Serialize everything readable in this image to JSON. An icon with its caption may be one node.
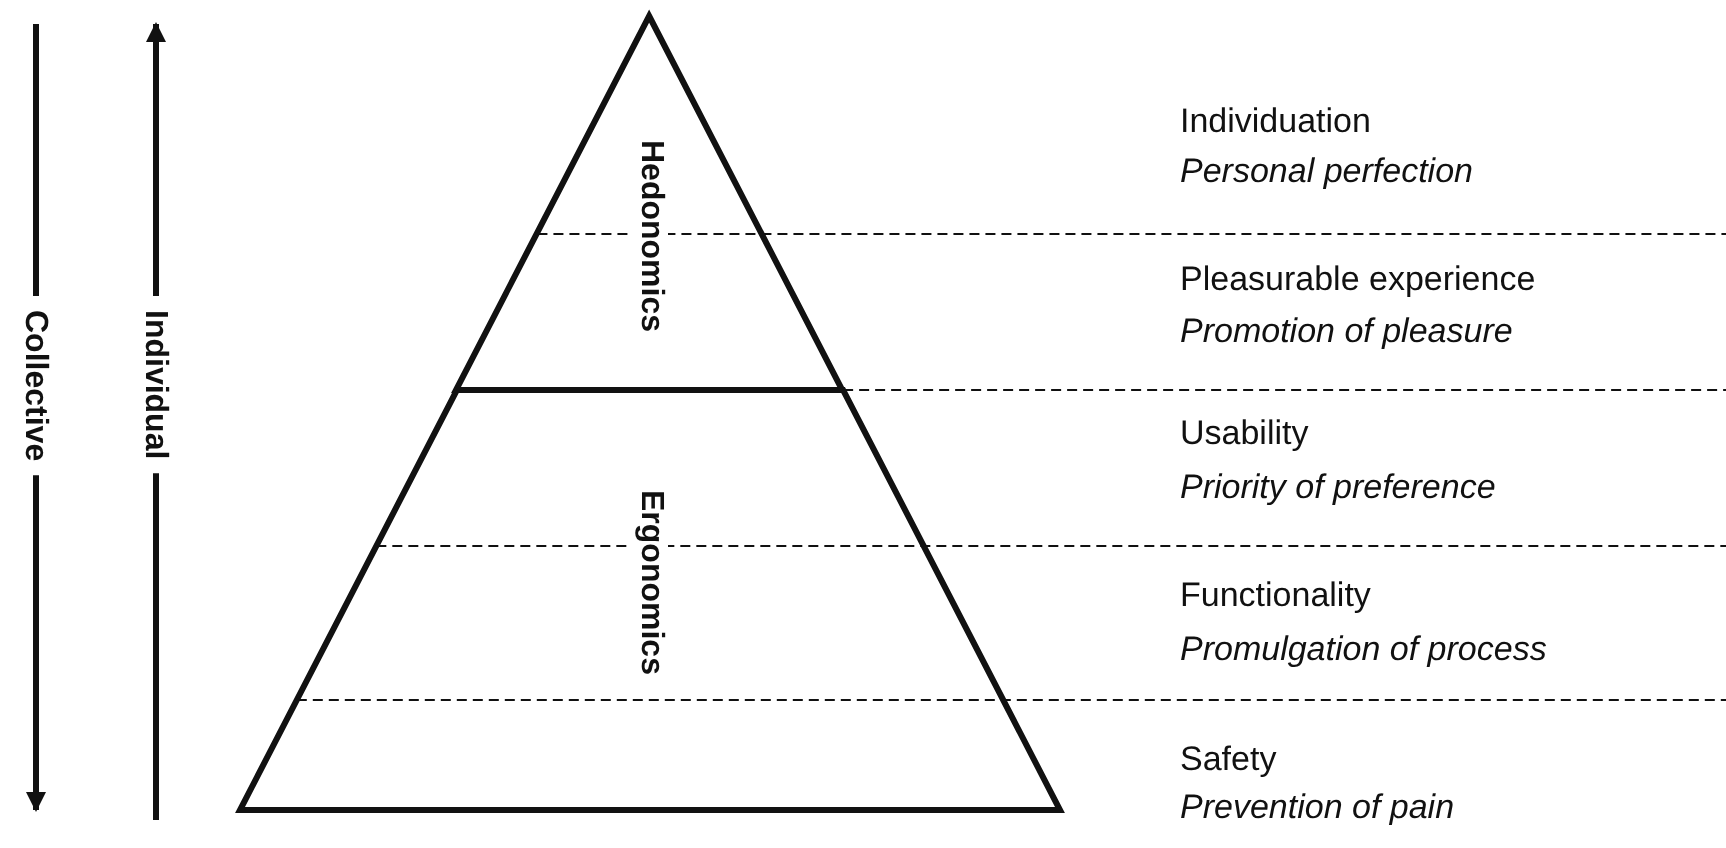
{
  "diagram": {
    "nodes": [
      {
        "text": [
          "Hedonomics"
        ]
      },
      {
        "text": [
          "Ergonomics"
        ]
      }
    ],
    "labels": [
      "Collective",
      "Individual",
      "Individuation",
      "Personal perfection",
      "Pleasurable experience",
      "Promotion of pleasure",
      "Usability",
      "Priority of preference",
      "Functionality",
      "Promulgation of process",
      "Safety",
      "Prevention of pain"
    ]
  }
}
